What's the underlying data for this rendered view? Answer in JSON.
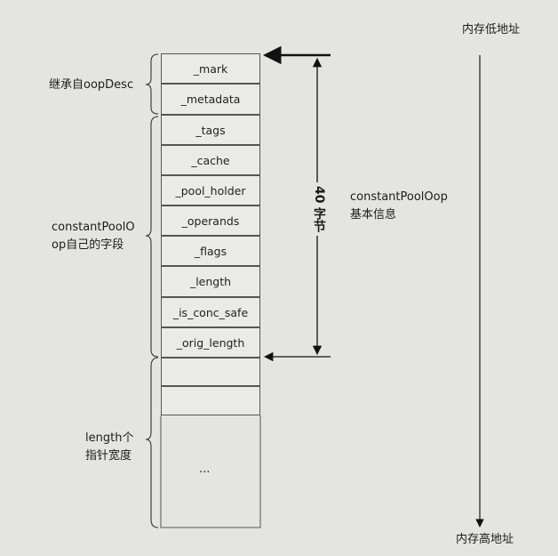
{
  "diagram": {
    "addr_low": "内存低地址",
    "addr_high": "内存高地址",
    "inherit_label": "继承自oopDesc",
    "own_fields_label": [
      "constantPoolO",
      "op自己的字段"
    ],
    "pointer_label": [
      "length个",
      "指针宽度"
    ],
    "basic_info_label": [
      "constantPoolOop",
      "基本信息"
    ],
    "size_label": "40 字节",
    "fields": [
      "_mark",
      "_metadata",
      "_tags",
      "_cache",
      "_pool_holder",
      "_operands",
      "_flags",
      "_length",
      "_is_conc_safe",
      "_orig_length"
    ],
    "pointer_cells": [
      "",
      "",
      "..."
    ]
  }
}
